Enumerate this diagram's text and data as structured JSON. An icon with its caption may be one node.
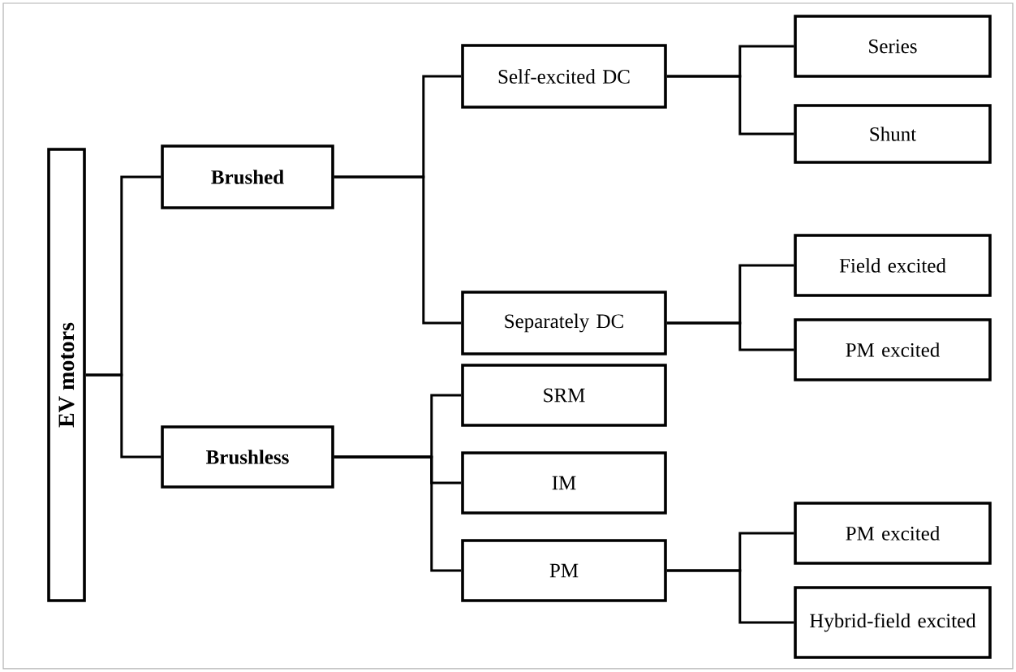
{
  "diagram": {
    "nodes": [
      {
        "text": [
          "EV motors"
        ]
      },
      {
        "text": [
          "Brushed"
        ]
      },
      {
        "text": [
          "Brushless"
        ]
      },
      {
        "text": [
          "Self-excited DC"
        ]
      },
      {
        "text": [
          "Separately DC"
        ]
      },
      {
        "text": [
          "Series"
        ]
      },
      {
        "text": [
          "Shunt"
        ]
      },
      {
        "text": [
          "Field excited"
        ]
      },
      {
        "text": [
          "PM excited"
        ]
      },
      {
        "text": [
          "SRM"
        ]
      },
      {
        "text": [
          "IM"
        ]
      },
      {
        "text": [
          "PM"
        ]
      },
      {
        "text": [
          "PM excited"
        ]
      },
      {
        "text": [
          "Hybrid-field excited"
        ]
      }
    ],
    "edges": [
      {
        "from": 0,
        "to": 1,
        "arrow": "none"
      },
      {
        "from": 0,
        "to": 2,
        "arrow": "none"
      },
      {
        "from": 1,
        "to": 3,
        "arrow": "none"
      },
      {
        "from": 1,
        "to": 4,
        "arrow": "none"
      },
      {
        "from": 3,
        "to": 5,
        "arrow": "none"
      },
      {
        "from": 3,
        "to": 6,
        "arrow": "none"
      },
      {
        "from": 4,
        "to": 7,
        "arrow": "none"
      },
      {
        "from": 4,
        "to": 8,
        "arrow": "none"
      },
      {
        "from": 2,
        "to": 9,
        "arrow": "none"
      },
      {
        "from": 2,
        "to": 10,
        "arrow": "none"
      },
      {
        "from": 2,
        "to": 11,
        "arrow": "none"
      },
      {
        "from": 11,
        "to": 12,
        "arrow": "none"
      },
      {
        "from": 11,
        "to": 13,
        "arrow": "none"
      }
    ]
  }
}
